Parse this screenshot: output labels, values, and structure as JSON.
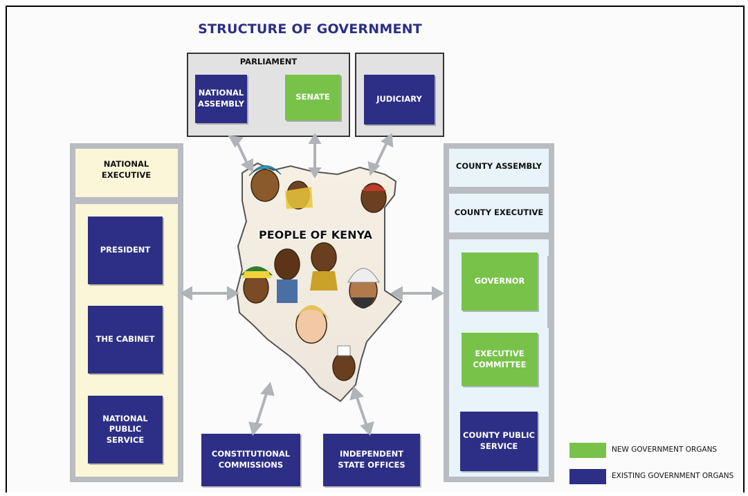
{
  "title": "STRUCTURE OF GOVERNMENT",
  "parliament": {
    "label": "PARLIAMENT",
    "national_assembly": "NATIONAL ASSEMBLY",
    "senate": "SENATE"
  },
  "judiciary": "JUDICIARY",
  "national_executive": {
    "label": "NATIONAL EXECUTIVE",
    "president": "PRESIDENT",
    "cabinet": "THE CABINET",
    "public_service": "NATIONAL PUBLIC SERVICE"
  },
  "center": {
    "label": "PEOPLE OF KENYA"
  },
  "county": {
    "assembly": "COUNTY ASSEMBLY",
    "executive_label": "COUNTY EXECUTIVE",
    "governor": "GOVERNOR",
    "executive_committee": "EXECUTIVE COMMITTEE",
    "public_service": "COUNTY PUBLIC SERVICE"
  },
  "bottom": {
    "commissions": "CONSTITUTIONAL COMMISSIONS",
    "independent_offices": "INDEPENDENT STATE OFFICES"
  },
  "legend": {
    "new": "NEW GOVERNMENT ORGANS",
    "existing": "EXISTING GOVERNMENT ORGANS"
  },
  "colors": {
    "existing_organ": "#2c2f85",
    "new_organ": "#78c24a",
    "title": "#2b2f86",
    "national_panel": "#fbf6d8",
    "county_panel": "#e9f4fa",
    "connector": "#b0b3b8"
  }
}
